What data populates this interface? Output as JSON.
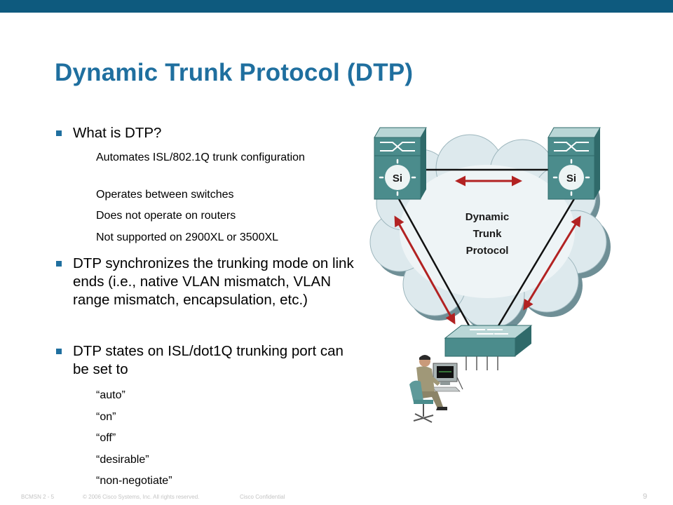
{
  "slide": {
    "title": "Dynamic Trunk Protocol (DTP)",
    "bullets": [
      {
        "text": "What is DTP?",
        "sub": [
          "Automates ISL/802.1Q trunk configuration",
          "Operates between switches",
          "Does not operate on routers",
          "Not supported on 2900XL or 3500XL"
        ]
      },
      {
        "text": "DTP synchronizes the trunking mode on link ends (i.e., native VLAN mismatch, VLAN range mismatch, encapsulation, etc.)",
        "sub": []
      },
      {
        "text": "DTP states on ISL/dot1Q trunking port can be set to",
        "sub": [
          "“auto”",
          "“on”",
          "“off”",
          "“desirable”",
          "“non-negotiate”"
        ]
      }
    ],
    "diagram": {
      "cloud_label": [
        "Dynamic",
        "Trunk",
        "Protocol"
      ],
      "switch_label_left": "Si",
      "switch_label_right": "Si"
    },
    "footer": {
      "course": "BCMSN 2 - 5",
      "copyright": "© 2006 Cisco Systems, Inc. All rights reserved.",
      "confidential": "Cisco Confidential",
      "page": "9"
    },
    "colors": {
      "top_bar": "#0e5a7e",
      "title": "#1f6f9f",
      "bullet": "#1f6f9f",
      "arrow": "#b22222",
      "switch": "#4b8c8c"
    }
  }
}
